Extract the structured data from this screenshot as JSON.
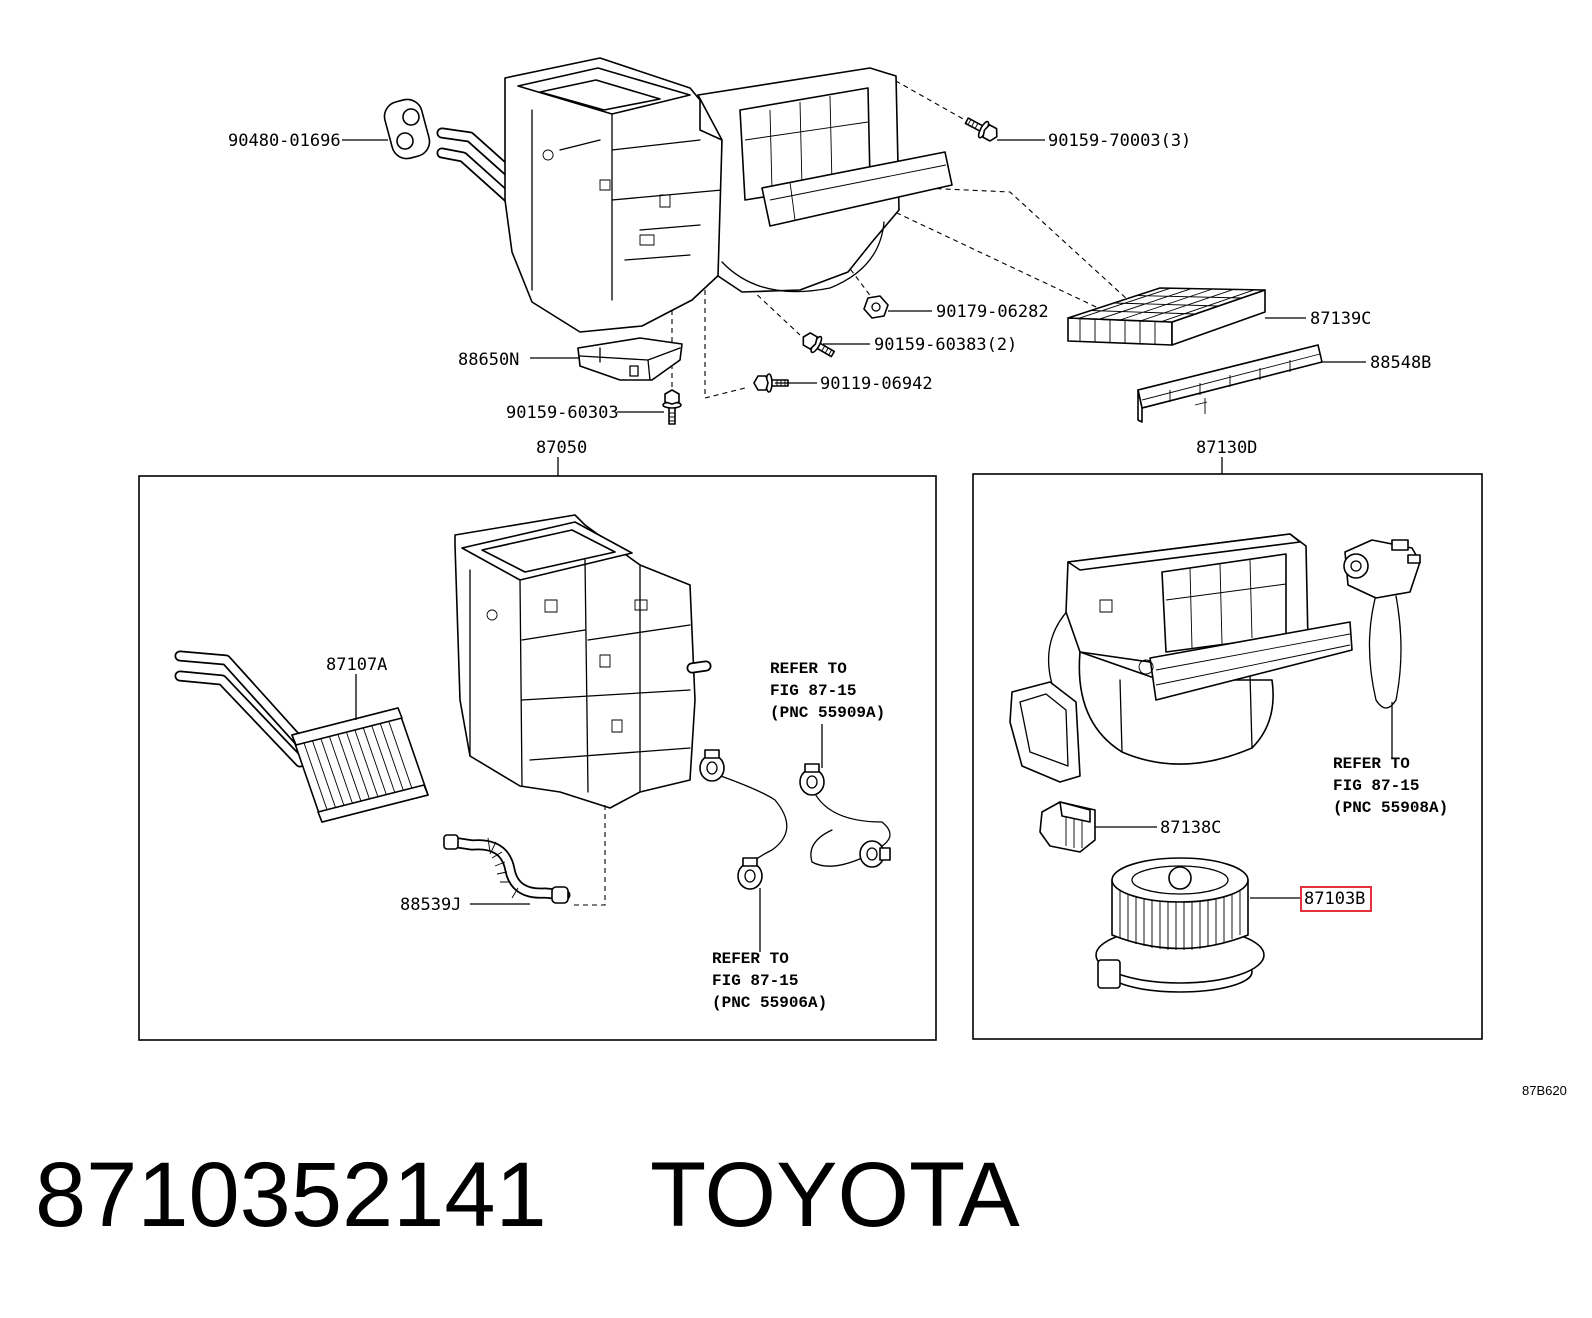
{
  "callouts": [
    "90480-01696",
    "90159-70003(3)",
    "90179-06282",
    "87139C",
    "88650N",
    "90159-60383(2)",
    "88548B",
    "90119-06942",
    "90159-60303",
    "87050",
    "87130D",
    "87107A",
    "87138C",
    "87103B",
    "88539J"
  ],
  "refer_notes": [
    {
      "lines": [
        "REFER TO",
        "FIG 87-15",
        "(PNC 55909A)"
      ]
    },
    {
      "lines": [
        "REFER TO",
        "FIG 87-15",
        "(PNC 55908A)"
      ]
    },
    {
      "lines": [
        "REFER TO",
        "FIG 87-15",
        "(PNC 55906A)"
      ]
    }
  ],
  "highlight": {
    "callout_index": 13
  },
  "diagram_code": "87B620",
  "part_number": "8710352141",
  "brand": "TOYOTA",
  "colors": {
    "line": "#000000",
    "background": "#ffffff",
    "highlight": "#e3323c"
  }
}
